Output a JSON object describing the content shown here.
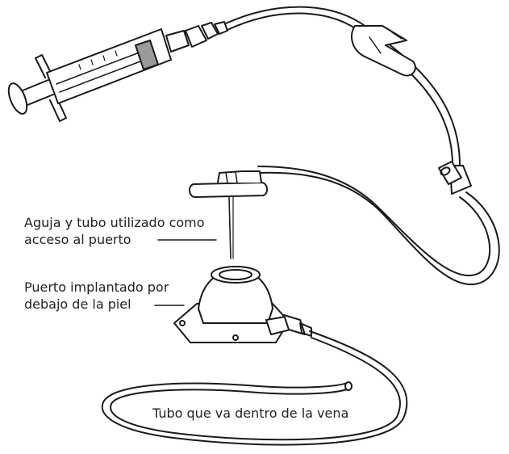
{
  "labels": {
    "needle_line1": "Aguja y tubo utilizado como",
    "needle_line2": "acceso al puerto",
    "port_line1": "Puerto implantado por",
    "port_line2": "debajo de la piel",
    "catheter": "Tubo que va dentro de la vena"
  },
  "colors": {
    "stroke": "#1a1a1a",
    "syringe_fill": "#9a9a9a",
    "background": "#ffffff"
  }
}
